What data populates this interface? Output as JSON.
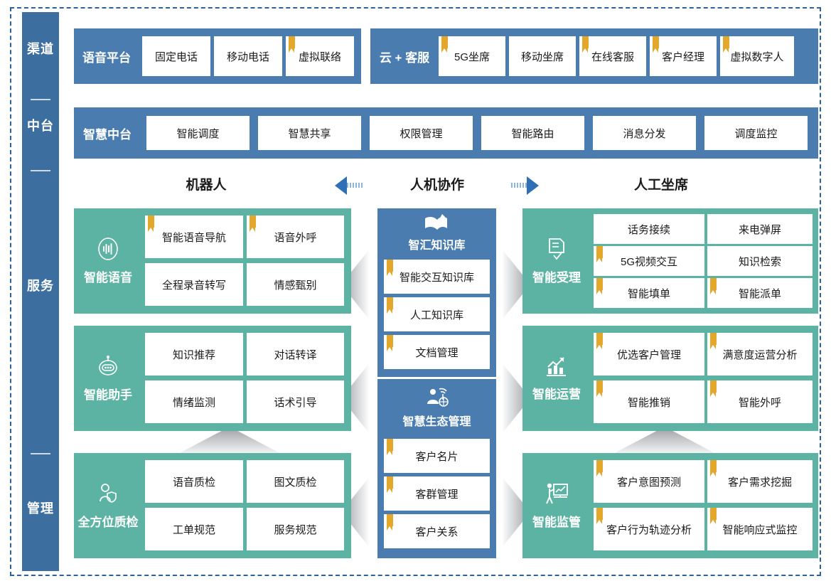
{
  "colors": {
    "blue": "#4a7cb0",
    "rail_blue": "#3c6e9f",
    "green": "#5cb3a4",
    "ribbon_gold": "#e3a72c",
    "arrow_blue": "#2f6fb5",
    "frame_dash": "#2f6197"
  },
  "rail": {
    "items": [
      {
        "label": "渠道"
      },
      {
        "label": "中台"
      },
      {
        "label": "服务"
      },
      {
        "label": "管理"
      }
    ]
  },
  "channel_row": {
    "groups": [
      {
        "title": "语音平台",
        "chips": [
          {
            "label": "固定电话",
            "ribbon": false
          },
          {
            "label": "移动电话",
            "ribbon": false
          },
          {
            "label": "虚拟联络",
            "ribbon": true
          }
        ]
      },
      {
        "title": "云 + 客服",
        "chips": [
          {
            "label": "5G坐席",
            "ribbon": true
          },
          {
            "label": "移动坐席",
            "ribbon": false
          },
          {
            "label": "在线客服",
            "ribbon": true
          },
          {
            "label": "客户经理",
            "ribbon": true
          },
          {
            "label": "虚拟数字人",
            "ribbon": true
          }
        ]
      }
    ]
  },
  "platform_row": {
    "title": "智慧中台",
    "chips": [
      {
        "label": "智能调度"
      },
      {
        "label": "智慧共享"
      },
      {
        "label": "权限管理"
      },
      {
        "label": "智能路由"
      },
      {
        "label": "消息分发"
      },
      {
        "label": "调度监控"
      }
    ]
  },
  "headings": {
    "left": "机器人",
    "center": "人机协作",
    "right": "人工坐席"
  },
  "left_panels": [
    {
      "name": "智能语音",
      "icon": "voice-wave-icon",
      "cells": [
        {
          "label": "智能语音导航",
          "ribbon": true
        },
        {
          "label": "语音外呼",
          "ribbon": true
        },
        {
          "label": "全程录音转写",
          "ribbon": false
        },
        {
          "label": "情感甄别",
          "ribbon": false
        }
      ]
    },
    {
      "name": "智能助手",
      "icon": "robot-icon",
      "cells": [
        {
          "label": "知识推荐",
          "ribbon": false
        },
        {
          "label": "对话转译",
          "ribbon": false
        },
        {
          "label": "情绪监测",
          "ribbon": false
        },
        {
          "label": "话术引导",
          "ribbon": false
        }
      ]
    },
    {
      "name": "全方位质检",
      "icon": "person-shield-icon",
      "cells": [
        {
          "label": "语音质检",
          "ribbon": false
        },
        {
          "label": "图文质检",
          "ribbon": false
        },
        {
          "label": "工单规范",
          "ribbon": false
        },
        {
          "label": "服务规范",
          "ribbon": false
        }
      ]
    }
  ],
  "center_panels": [
    {
      "name": "智汇知识库",
      "icon": "open-book-icon",
      "cells": [
        {
          "label": "智能交互知识库",
          "ribbon": true
        },
        {
          "label": "人工知识库",
          "ribbon": true
        },
        {
          "label": "文档管理",
          "ribbon": true
        }
      ]
    },
    {
      "name": "智慧生态管理",
      "icon": "ecosystem-icon",
      "cells": [
        {
          "label": "客户名片",
          "ribbon": true
        },
        {
          "label": "客群管理",
          "ribbon": true
        },
        {
          "label": "客户关系",
          "ribbon": true
        }
      ]
    }
  ],
  "right_panels": [
    {
      "name": "智能受理",
      "icon": "form-check-icon",
      "cells": [
        {
          "label": "话务接续",
          "ribbon": false
        },
        {
          "label": "来电弹屏",
          "ribbon": false
        },
        {
          "label": "5G视频交互",
          "ribbon": true
        },
        {
          "label": "知识检索",
          "ribbon": false
        },
        {
          "label": "智能填单",
          "ribbon": true
        },
        {
          "label": "智能派单",
          "ribbon": true
        }
      ]
    },
    {
      "name": "智能运营",
      "icon": "chart-up-icon",
      "cells": [
        {
          "label": "优选客户管理",
          "ribbon": true
        },
        {
          "label": "满意度运营分析",
          "ribbon": true
        },
        {
          "label": "智能推销",
          "ribbon": true
        },
        {
          "label": "智能外呼",
          "ribbon": true
        }
      ]
    },
    {
      "name": "智能监管",
      "icon": "presentation-person-icon",
      "cells": [
        {
          "label": "客户意图预测",
          "ribbon": true
        },
        {
          "label": "客户需求挖掘",
          "ribbon": true
        },
        {
          "label": "客户行为轨迹分析",
          "ribbon": true
        },
        {
          "label": "智能响应式监控",
          "ribbon": true
        }
      ]
    }
  ]
}
